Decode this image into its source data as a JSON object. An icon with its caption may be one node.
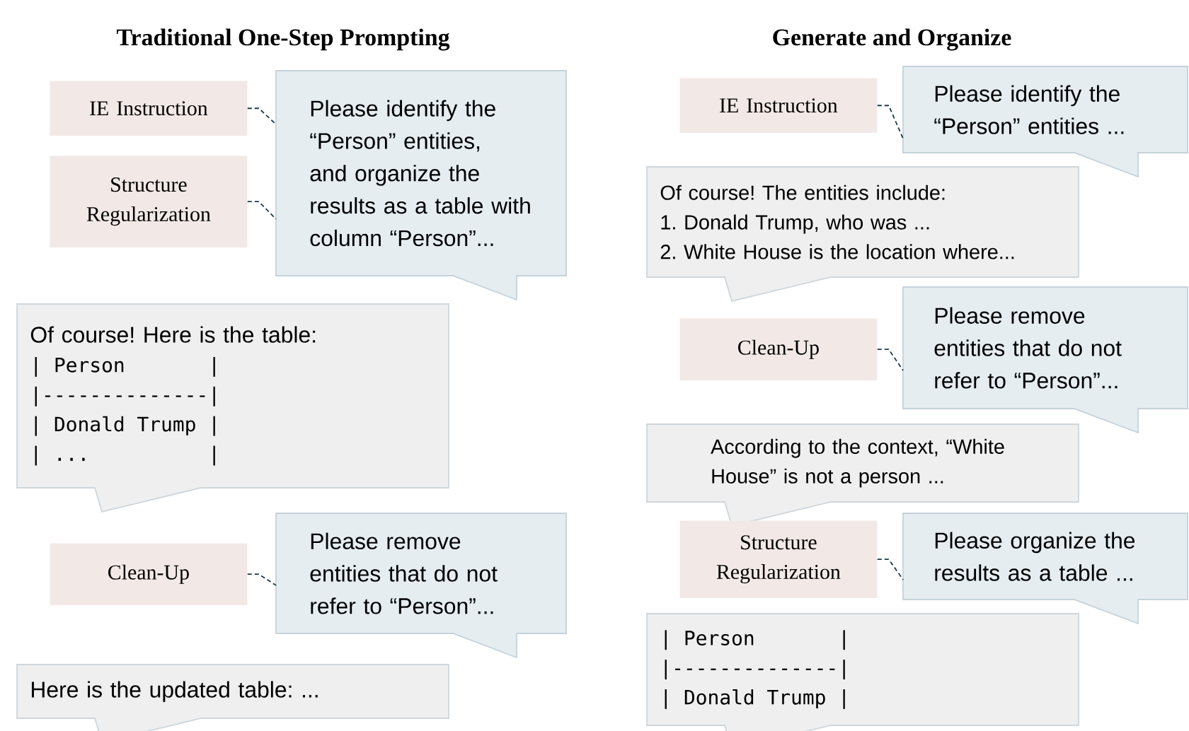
{
  "diagram": {
    "nodes": [
      {
        "text": [
          "IE Instruction"
        ]
      },
      {
        "text": [
          "Structure Regularization"
        ]
      },
      {
        "text": [
          "Please identify the “Person” entities, and organize the results as a table with column “Person”..."
        ]
      },
      {
        "text": [
          "Of course! Here is the table:",
          "| Person       |",
          "|--------------|",
          "| Donald Trump |",
          "| ...          |"
        ]
      },
      {
        "text": [
          "Clean-Up"
        ]
      },
      {
        "text": [
          "Please remove entities that do not refer to “Person”..."
        ]
      },
      {
        "text": [
          "Here is the updated table: ..."
        ]
      },
      {
        "text": [
          "IE Instruction"
        ]
      },
      {
        "text": [
          "Please identify the “Person” entities ..."
        ]
      },
      {
        "text": [
          "Of course! The entities include:",
          "1. Donald Trump, who was ...",
          "2. White House is the location where..."
        ]
      },
      {
        "text": [
          "Clean-Up"
        ]
      },
      {
        "text": [
          "Please remove entities that do not refer to “Person”..."
        ]
      },
      {
        "text": [
          "According to the context, “White House” is not a person ..."
        ]
      },
      {
        "text": [
          "Structure Regularization"
        ]
      },
      {
        "text": [
          "Please organize the results as a table ..."
        ]
      },
      {
        "text": [
          "| Person       |",
          "|--------------|",
          "| Donald Trump |"
        ]
      }
    ],
    "edges": [
      {
        "from": 0,
        "to": 2,
        "arrow": "none",
        "style": "dashed"
      },
      {
        "from": 1,
        "to": 2,
        "arrow": "none",
        "style": "dashed"
      },
      {
        "from": 4,
        "to": 5,
        "arrow": "none",
        "style": "dashed"
      },
      {
        "from": 7,
        "to": 8,
        "arrow": "none",
        "style": "dashed"
      },
      {
        "from": 10,
        "to": 11,
        "arrow": "none",
        "style": "dashed"
      },
      {
        "from": 13,
        "to": 14,
        "arrow": "none",
        "style": "dashed"
      }
    ],
    "labels": [
      "Traditional One-Step Prompting",
      "Generate and Organize"
    ]
  }
}
